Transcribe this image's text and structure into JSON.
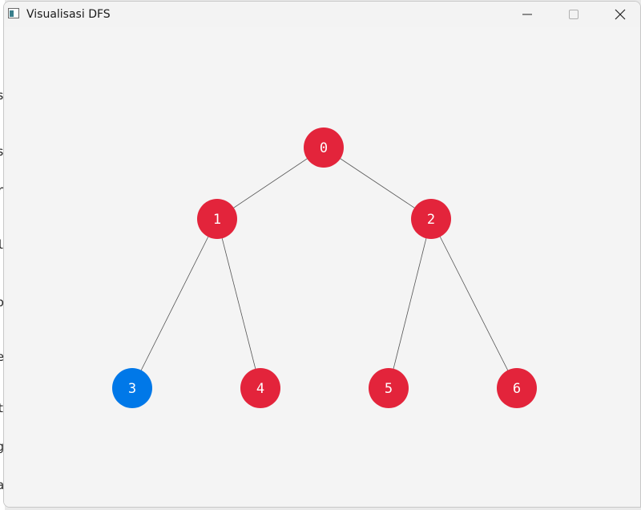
{
  "window": {
    "title": "Visualisasi DFS",
    "icons": {
      "app": "app-window-icon",
      "minimize": "minimize-icon",
      "maximize": "maximize-icon",
      "close": "close-icon"
    }
  },
  "graph": {
    "colors": {
      "visited": "#0078e8",
      "unvisited": "#e3243b",
      "edge": "#555555",
      "label": "#ffffff",
      "background": "#f4f4f4"
    },
    "nodes": [
      {
        "id": "0",
        "label": "0",
        "state": "unvisited"
      },
      {
        "id": "1",
        "label": "1",
        "state": "unvisited"
      },
      {
        "id": "2",
        "label": "2",
        "state": "unvisited"
      },
      {
        "id": "3",
        "label": "3",
        "state": "visited"
      },
      {
        "id": "4",
        "label": "4",
        "state": "unvisited"
      },
      {
        "id": "5",
        "label": "5",
        "state": "unvisited"
      },
      {
        "id": "6",
        "label": "6",
        "state": "unvisited"
      }
    ],
    "edges": [
      [
        "0",
        "1"
      ],
      [
        "0",
        "2"
      ],
      [
        "1",
        "3"
      ],
      [
        "1",
        "4"
      ],
      [
        "2",
        "5"
      ],
      [
        "2",
        "6"
      ]
    ]
  }
}
